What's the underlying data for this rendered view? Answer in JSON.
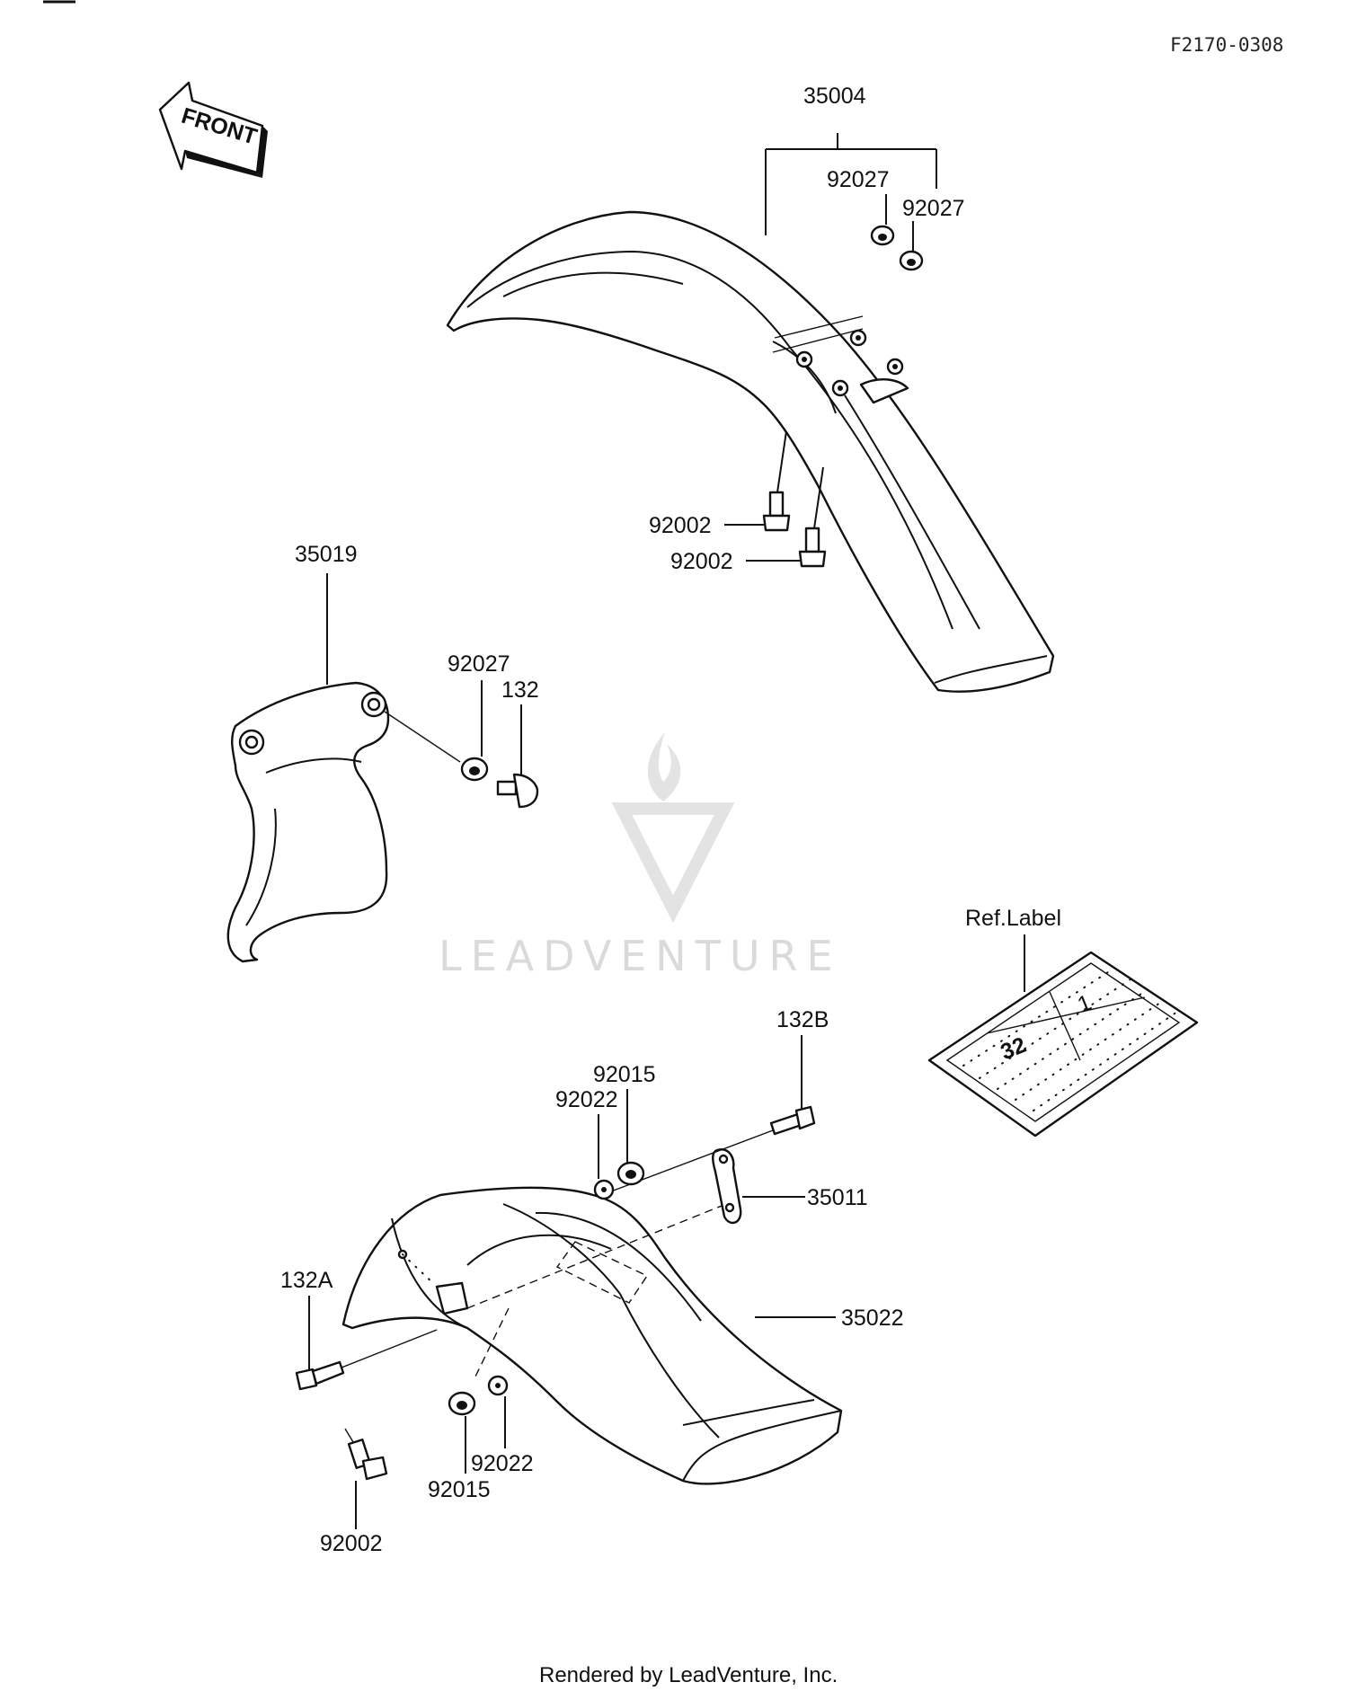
{
  "doc_code": "F2170-0308",
  "front_label": "FRONT",
  "watermark": "LEADVENTURE",
  "footer": "Rendered by LeadVenture, Inc.",
  "ref_label": {
    "title": "Ref.Label",
    "big": "32",
    "small": "1"
  },
  "callouts": {
    "front_fender": "35004",
    "front_fender_nut_1": "92027",
    "front_fender_nut_2": "92027",
    "front_fender_bolt_1": "92002",
    "front_fender_bolt_2": "92002",
    "guard": "35019",
    "guard_nut": "92027",
    "guard_bolt": "132",
    "rear_bolt_b": "132B",
    "rear_grommet_top": "92015",
    "rear_collar_top": "92022",
    "rear_bracket": "35011",
    "rear_fender": "35022",
    "rear_bolt_a": "132A",
    "rear_collar_bottom": "92022",
    "rear_grommet_bottom": "92015",
    "rear_bolt_bottom": "92002"
  }
}
